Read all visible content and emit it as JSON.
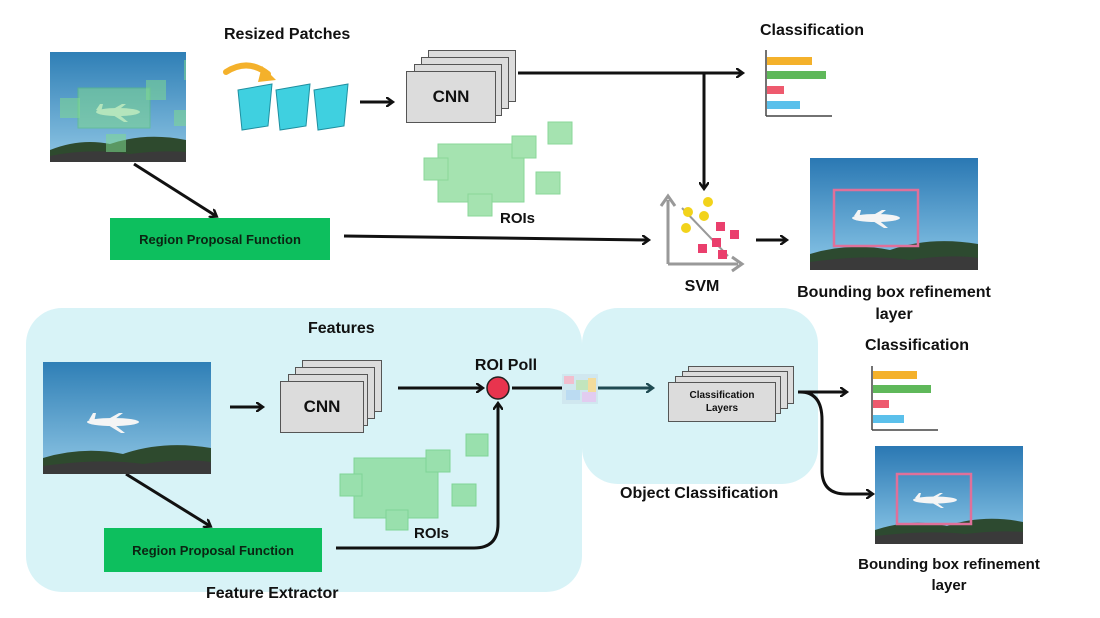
{
  "top": {
    "resized_patches": "Resized Patches",
    "cnn": "CNN",
    "classification": "Classification",
    "rois": "ROIs",
    "region_proposal": "Region Proposal Function",
    "svm": "SVM",
    "bbox_refinement": "Bounding box refinement layer"
  },
  "bottom": {
    "features": "Features",
    "cnn": "CNN",
    "roi_poll": "ROI Poll",
    "classification": "Classification",
    "classification_layers": "Classification Layers",
    "rois": "ROIs",
    "region_proposal": "Region Proposal Function",
    "feature_extractor": "Feature Extractor",
    "object_classification": "Object Classification",
    "bbox_refinement": "Bounding box refinement layer"
  },
  "colors": {
    "panel": "#d8f3f7",
    "green_box": "#0dbf5e",
    "roi_fill": "#7fd88f",
    "patch": "#3fd0e0",
    "bar_orange": "#f4b12b",
    "bar_green": "#5fb85a",
    "bar_red": "#ee5a6e",
    "bar_blue": "#5bc0eb",
    "roi_poll": "#e8344e",
    "svm_yellow": "#f2d31b",
    "svm_pink": "#ea3f6d",
    "bbox_pink": "#e0709a"
  },
  "classification_bars": [
    0.62,
    0.85,
    0.22,
    0.48
  ]
}
